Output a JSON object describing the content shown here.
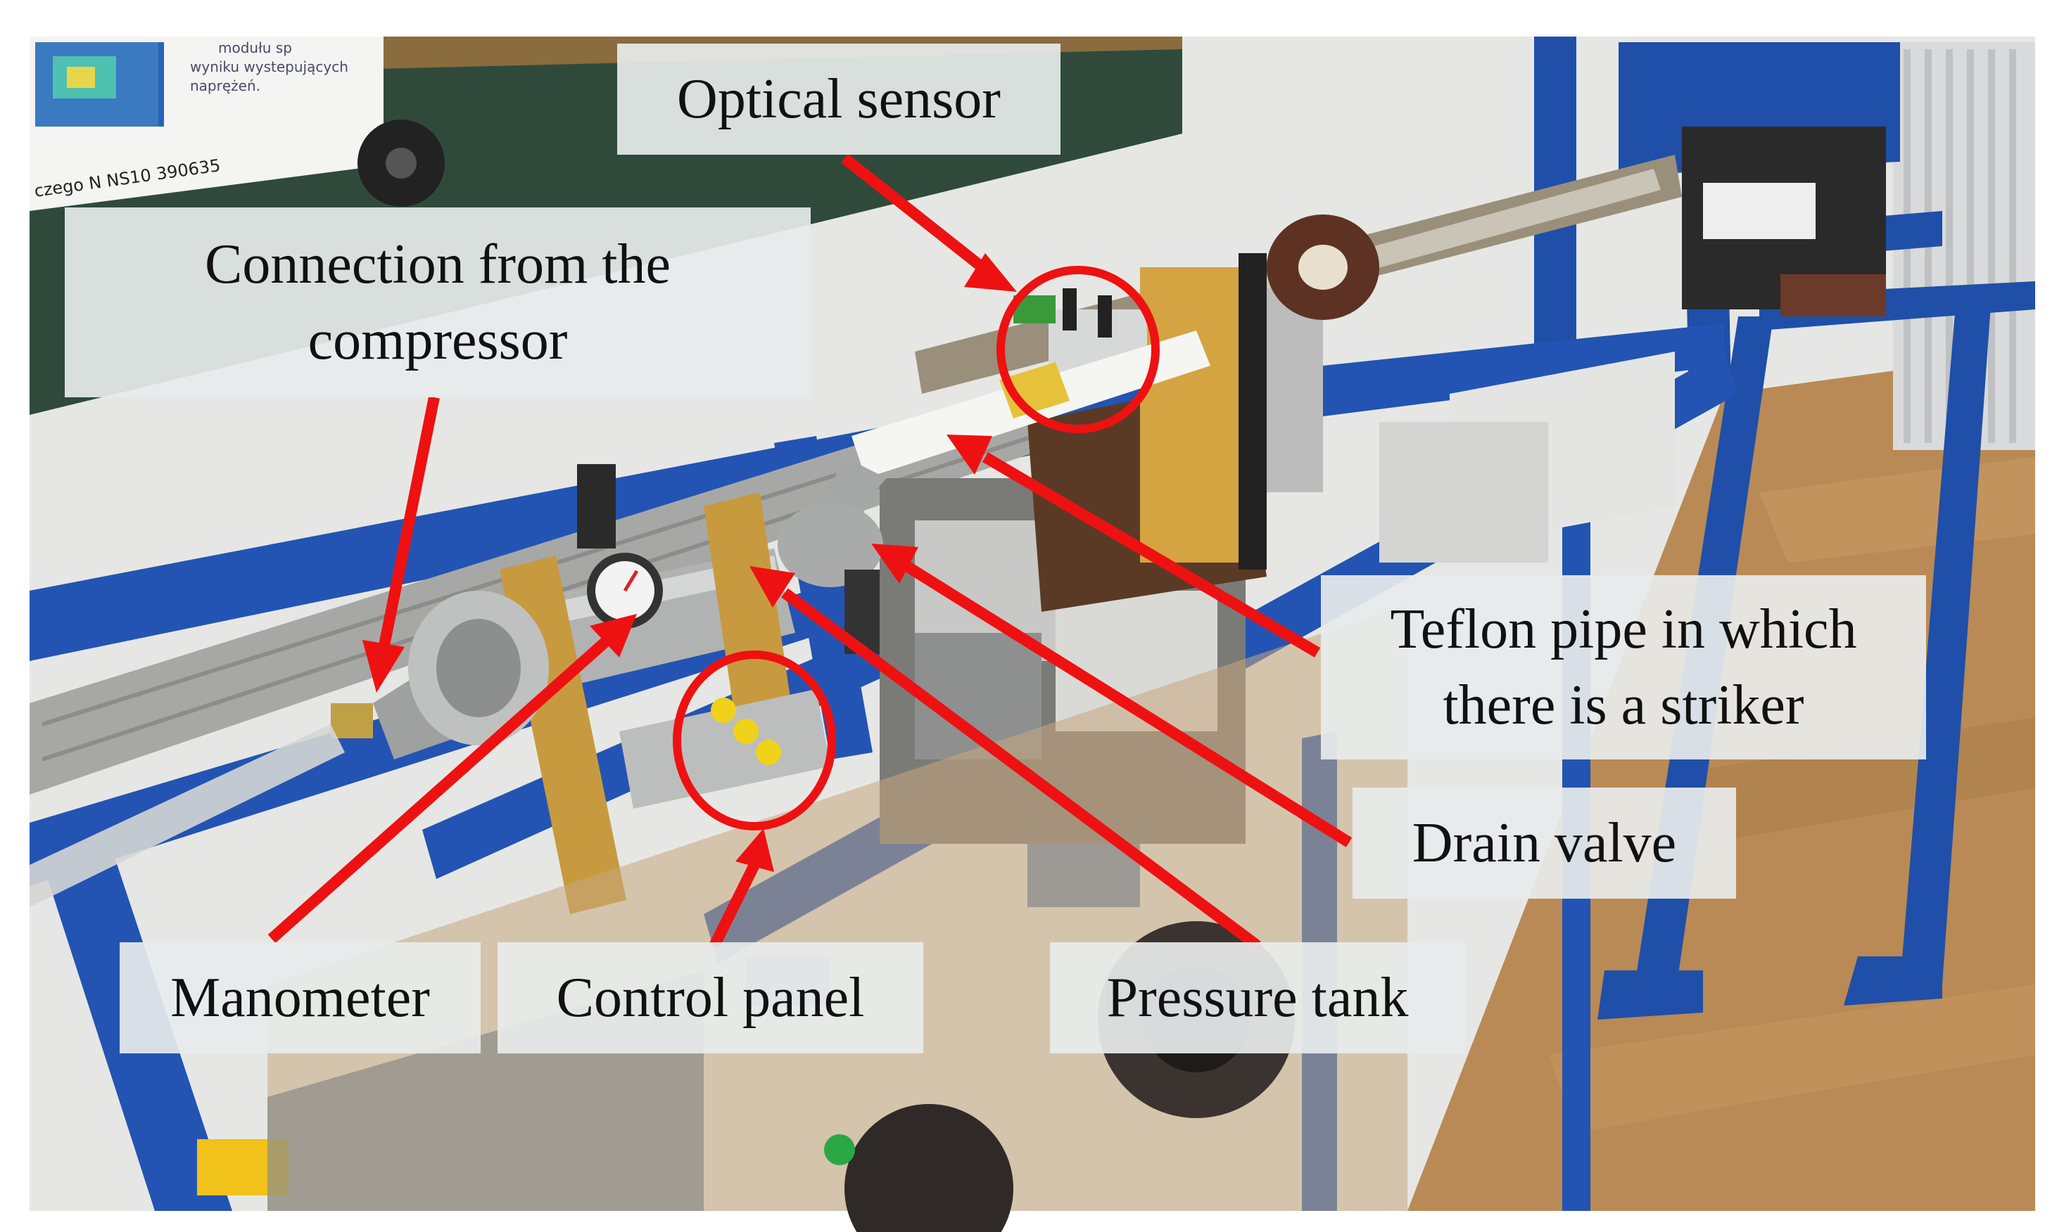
{
  "labels": {
    "optical_sensor": "Optical sensor",
    "connection_line1": "Connection from the",
    "connection_line2": "compressor",
    "teflon_line1": "Teflon pipe in which",
    "teflon_line2": "there is a striker",
    "drain_valve": "Drain valve",
    "manometer": "Manometer",
    "control_panel": "Control panel",
    "pressure_tank": "Pressure tank"
  },
  "poster_fragment": {
    "line1": "modułu sp",
    "line2": "wyniku wystepujących",
    "line3": "naprężeń.",
    "caption": "czego N NS10 390635"
  },
  "annotation_color": "#ee1111",
  "frame_color": "#1f4fa8"
}
